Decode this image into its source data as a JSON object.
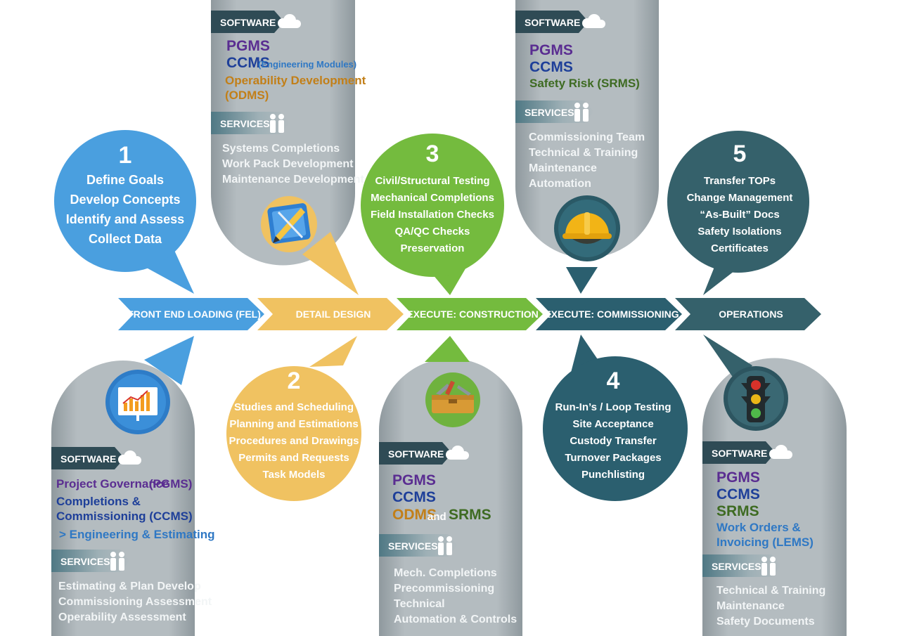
{
  "colors": {
    "blue": "#4a9fdf",
    "yellow": "#f0c261",
    "green": "#74bb3e",
    "teal": "#2b5f6f",
    "slate": "#35616b",
    "panel_gray": "#aeb6ba",
    "panel_dark": "#37515a",
    "text_purple": "#5a2d91",
    "text_navy": "#1e3f99",
    "text_orange": "#c27f18",
    "text_green": "#3e6b22",
    "text_sky": "#2f78c4",
    "text_light": "#ffffff"
  },
  "stages": [
    {
      "label": "FRONT END LOADING (FEL)",
      "color": "blue"
    },
    {
      "label": "DETAIL DESIGN",
      "color": "yellow"
    },
    {
      "label": "EXECUTE: CONSTRUCTION",
      "color": "green"
    },
    {
      "label": "EXECUTE: COMMISSIONING",
      "color": "teal"
    },
    {
      "label": "OPERATIONS",
      "color": "slate"
    }
  ],
  "bubbles": [
    {
      "number": "1",
      "color": "blue",
      "lines": [
        "Define Goals",
        "Develop Concepts",
        "Identify and Assess",
        "Collect Data"
      ]
    },
    {
      "number": "2",
      "color": "yellow",
      "lines": [
        "Studies and Scheduling",
        "Planning and Estimations",
        "Procedures and Drawings",
        "Permits and Requests",
        "Task Models"
      ]
    },
    {
      "number": "3",
      "color": "green",
      "lines": [
        "Civil/Structural Testing",
        "Mechanical Completions",
        "Field Installation Checks",
        "QA/QC  Checks",
        "Preservation"
      ]
    },
    {
      "number": "4",
      "color": "teal",
      "lines": [
        "Run-In’s / Loop Testing",
        "Site Acceptance",
        "Custody Transfer",
        "Turnover Packages",
        "Punchlisting"
      ]
    },
    {
      "number": "5",
      "color": "slate",
      "lines": [
        "Transfer TOPs",
        "Change Management",
        "“As-Built” Docs",
        "Safety Isolations",
        "Certificates"
      ]
    }
  ],
  "panels": [
    {
      "icon": "chart-board-icon",
      "software_label": "SOFTWARE",
      "software": [
        {
          "text": "Project Governance ",
          "color": "text_purple"
        },
        {
          "text": "(PGMS)",
          "color": "text_purple"
        },
        {
          "text": "Completions &",
          "color": "text_navy"
        },
        {
          "text": "Commissioning (CCMS)",
          "color": "text_navy"
        },
        {
          "text": " > Engineering & Estimating",
          "color": "text_sky"
        }
      ],
      "services_label": "SERVICES",
      "services": [
        "Estimating & Plan Develop",
        "Commissioning Assessment",
        "Operability Assessment"
      ]
    },
    {
      "icon": "blueprint-pencil-icon",
      "software_label": "SOFTWARE",
      "software": [
        {
          "text": "PGMS",
          "color": "text_purple"
        },
        {
          "text": "CCMS",
          "color": "text_navy"
        },
        {
          "text": "(Engineering Modules)",
          "color": "text_sky"
        },
        {
          "text": "Operability Development",
          "color": "text_orange"
        },
        {
          "text": "(ODMS)",
          "color": "text_orange"
        }
      ],
      "services_label": "SERVICES",
      "services": [
        "Systems Completions",
        "Work Pack Development",
        "Maintenance Development"
      ]
    },
    {
      "icon": "toolbox-icon",
      "software_label": "SOFTWARE",
      "software": [
        {
          "text": "PGMS",
          "color": "text_purple"
        },
        {
          "text": "CCMS",
          "color": "text_navy"
        },
        {
          "text": "ODMS",
          "color": "text_orange"
        },
        {
          "text": "and",
          "color": "text_light"
        },
        {
          "text": "SRMS",
          "color": "text_green"
        }
      ],
      "services_label": "SERVICES",
      "services": [
        "Mech. Completions",
        "Precommissioning",
        "Technical",
        "Automation & Controls"
      ]
    },
    {
      "icon": "hard-hat-icon",
      "software_label": "SOFTWARE",
      "software": [
        {
          "text": "PGMS",
          "color": "text_purple"
        },
        {
          "text": "CCMS",
          "color": "text_navy"
        },
        {
          "text": "Safety Risk (SRMS)",
          "color": "text_green"
        }
      ],
      "services_label": "SERVICES",
      "services": [
        "Commissioning Team",
        "Technical & Training",
        "Maintenance",
        "Automation"
      ]
    },
    {
      "icon": "traffic-light-icon",
      "software_label": "SOFTWARE",
      "software": [
        {
          "text": "PGMS",
          "color": "text_purple"
        },
        {
          "text": "CCMS",
          "color": "text_navy"
        },
        {
          "text": "SRMS",
          "color": "text_green"
        },
        {
          "text": "Work Orders &",
          "color": "text_sky"
        },
        {
          "text": "Invoicing (LEMS)",
          "color": "text_sky"
        }
      ],
      "services_label": "SERVICES",
      "services": [
        "Technical & Training",
        "Maintenance",
        "Safety Documents"
      ]
    }
  ]
}
